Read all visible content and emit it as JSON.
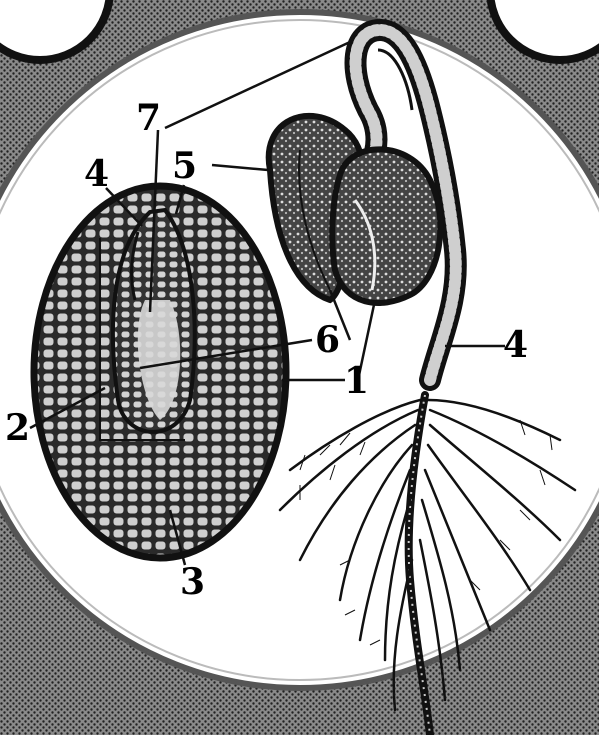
{
  "labels": {
    "l1": "1",
    "l2": "2",
    "l3": "3",
    "l4_left": "4",
    "l4_right": "4",
    "l5": "5",
    "l6": "6",
    "l7": "7"
  },
  "colors": {
    "background_texture": "#5a5a5a",
    "circle_fill": "#ffffff",
    "ink": "#111111",
    "cell_fill": "#bdbdbd",
    "embryo_fill": "#d9d9d9"
  }
}
